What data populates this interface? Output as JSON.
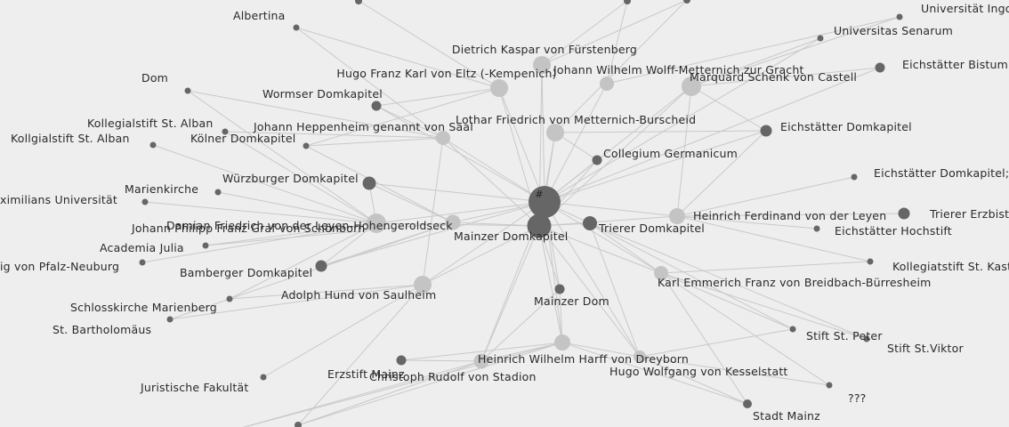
{
  "colors": {
    "background": "#eeeeee",
    "edge": "#c9c9c9",
    "label": "#2a2a2a",
    "dark_node": "#666666",
    "light_node": "#c4c4c4"
  },
  "center_mark": "#",
  "nodes": [
    {
      "id": "n0",
      "label": "Albertina"
    },
    {
      "id": "n1",
      "label": "Universität Ingo"
    },
    {
      "id": "n2",
      "label": "Universitas Senarum"
    },
    {
      "id": "n3",
      "label": "Eichstätter Bistum"
    },
    {
      "id": "n4",
      "label": "Dietrich Kaspar von Fürstenberg"
    },
    {
      "id": "n5",
      "label": "Hugo Franz Karl von Eltz (-Kempenich)"
    },
    {
      "id": "n6",
      "label": "Johann Wilhelm Wolff-Metternich zur Gracht"
    },
    {
      "id": "n7",
      "label": "Marquard Schenk von Castell"
    },
    {
      "id": "n8",
      "label": "Dom"
    },
    {
      "id": "n9",
      "label": "Wormser Domkapitel"
    },
    {
      "id": "n10",
      "label": "Kollegialstift St. Alban"
    },
    {
      "id": "n11",
      "label": "Kollgialstift St. Alban"
    },
    {
      "id": "n12",
      "label": "Johann Heppenheim genannt von Saal"
    },
    {
      "id": "n13",
      "label": "Kölner Domkapitel"
    },
    {
      "id": "n14",
      "label": "Lothar Friedrich von Metternich-Burscheid"
    },
    {
      "id": "n15",
      "label": "Eichstätter Domkapitel"
    },
    {
      "id": "n16",
      "label": "Collegium Germanicum"
    },
    {
      "id": "n17",
      "label": "Würzburger Domkapitel"
    },
    {
      "id": "n18",
      "label": "Eichstätter Domkapitel;"
    },
    {
      "id": "n19",
      "label": "Marienkirche"
    },
    {
      "id": "n20",
      "label": "ximilians Universität"
    },
    {
      "id": "n21",
      "label": "Damian Friedrich von der Leyen-Hohengeroldseck"
    },
    {
      "id": "n22",
      "label": "Johann Philipp Franz Graf von Schönborn"
    },
    {
      "id": "n23",
      "label": "Mainzer Domkapitel"
    },
    {
      "id": "n24",
      "label": "Trierer Domkapitel"
    },
    {
      "id": "n25",
      "label": "Heinrich Ferdinand von der Leyen"
    },
    {
      "id": "n26",
      "label": "Trierer Erzbist"
    },
    {
      "id": "n27",
      "label": "Eichstätter Hochstift"
    },
    {
      "id": "n28",
      "label": "Academia Julia"
    },
    {
      "id": "n29",
      "label": "ig von Pfalz-Neuburg"
    },
    {
      "id": "n30",
      "label": "Bamberger Domkapitel"
    },
    {
      "id": "n31",
      "label": "Kollegiatstift St. Kast"
    },
    {
      "id": "n32",
      "label": "Karl Emmerich Franz von Breidbach-Bürresheim"
    },
    {
      "id": "n33",
      "label": "Adolph Hund von Saulheim"
    },
    {
      "id": "n34",
      "label": "Schlosskirche Marienberg"
    },
    {
      "id": "n35",
      "label": "Mainzer Dom"
    },
    {
      "id": "n36",
      "label": "St. Bartholomäus"
    },
    {
      "id": "n37",
      "label": "Stift St. Peter"
    },
    {
      "id": "n38",
      "label": "Stift St.Viktor"
    },
    {
      "id": "n39",
      "label": "Heinrich Wilhelm Harff von Dreyborn"
    },
    {
      "id": "n40",
      "label": "Erzstift Mainz"
    },
    {
      "id": "n41",
      "label": "Christoph Rudolf von Stadion"
    },
    {
      "id": "n42",
      "label": "Hugo Wolfgang von Kesselstatt"
    },
    {
      "id": "n43",
      "label": "Juristische Fakultät"
    },
    {
      "id": "n44",
      "label": "???"
    },
    {
      "id": "n45",
      "label": "Stadt Mainz"
    },
    {
      "id": "n46",
      "label": ""
    },
    {
      "id": "n47",
      "label": ""
    },
    {
      "id": "n48",
      "label": ""
    },
    {
      "id": "n49",
      "label": ""
    },
    {
      "id": "n50",
      "label": ""
    }
  ]
}
